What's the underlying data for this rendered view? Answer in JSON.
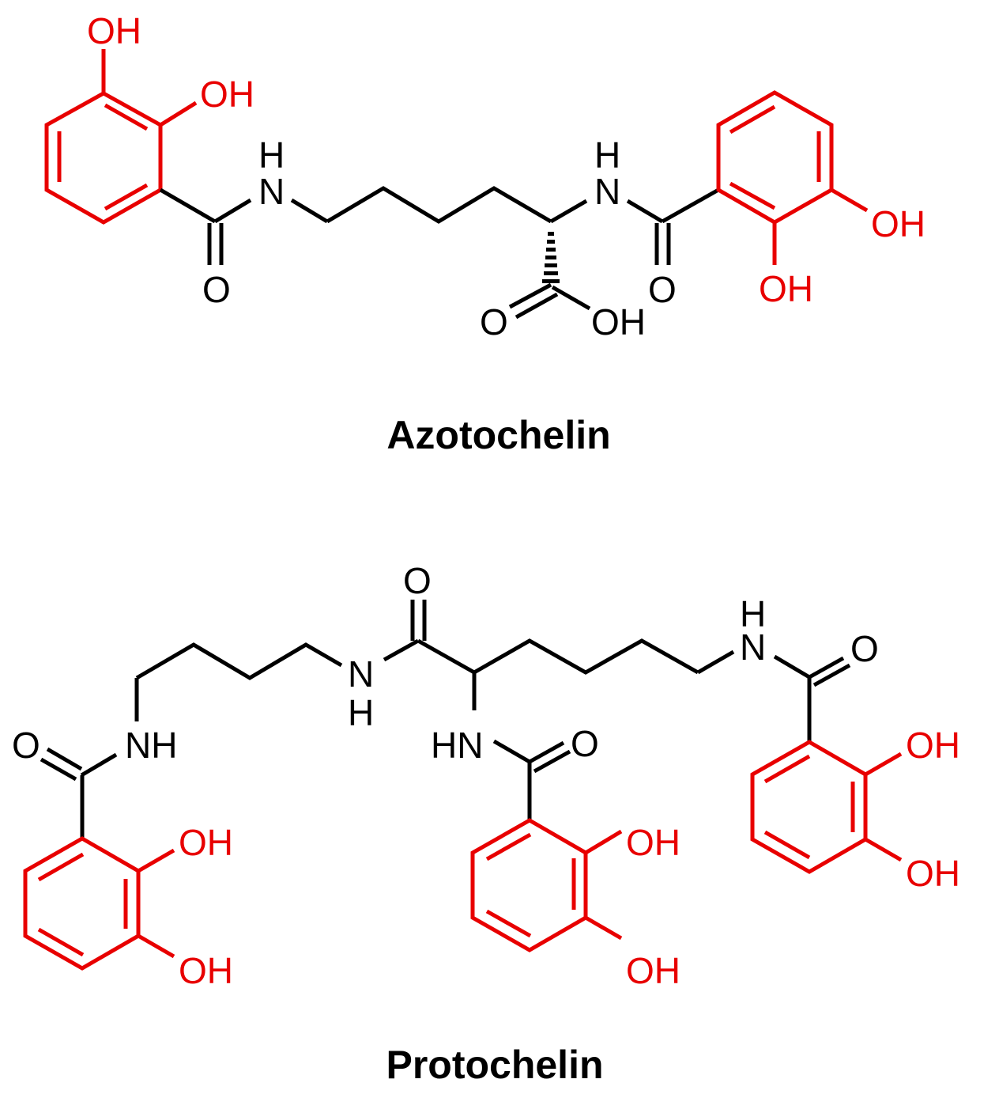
{
  "colors": {
    "catechol": "#e80000",
    "backbone": "#000000",
    "background": "#ffffff"
  },
  "molecules": [
    {
      "name": "Azotochelin",
      "atom_labels": {
        "oh_1": "OH",
        "oh_2": "OH",
        "nh_left_h": "H",
        "nh_left_n": "N",
        "amide_o_left": "O",
        "nh_right_h": "H",
        "nh_right_n": "N",
        "amide_o_right": "O",
        "acid_o": "O",
        "acid_oh": "OH",
        "oh_3": "OH",
        "oh_4": "OH"
      }
    },
    {
      "name": "Protochelin",
      "atom_labels": {
        "amide_o_left": "O",
        "nh_left": "NH",
        "oh_1": "OH",
        "oh_2": "OH",
        "nh_mid_n": "N",
        "nh_mid_h": "H",
        "amide_o_top": "O",
        "hn_center": "HN",
        "amide_o_center": "O",
        "oh_3": "OH",
        "oh_4": "OH",
        "nh_right_h": "H",
        "nh_right_n": "N",
        "amide_o_right": "O",
        "oh_5": "OH",
        "oh_6": "OH"
      }
    }
  ]
}
